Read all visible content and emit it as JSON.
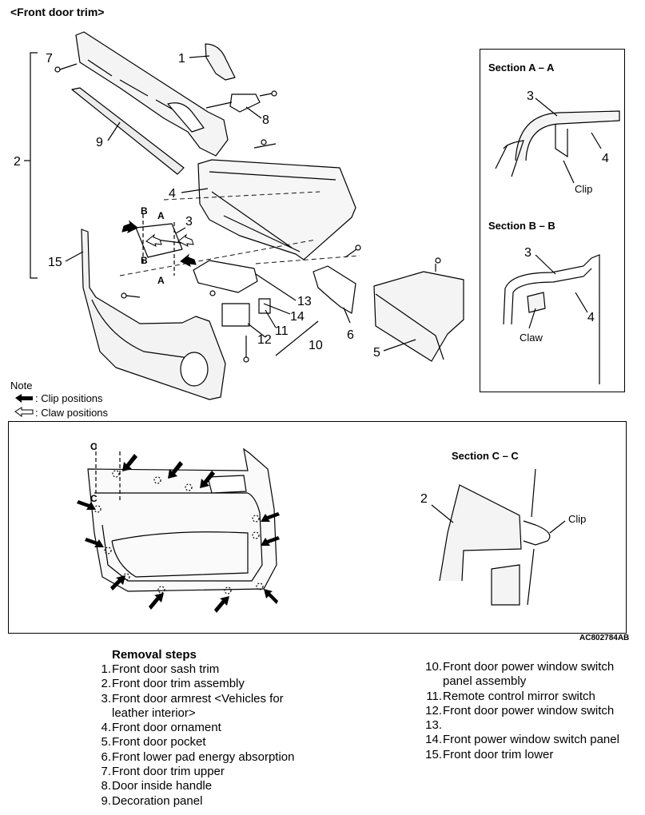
{
  "title": "<Front door trim>",
  "diagram_code": "AC802784AB",
  "callouts": [
    "1",
    "2",
    "3",
    "4",
    "5",
    "6",
    "7",
    "8",
    "9",
    "10",
    "11",
    "12",
    "13",
    "14",
    "15"
  ],
  "section_labels": {
    "aa": "Section A – A",
    "bb": "Section B – B",
    "cc": "Section C – C",
    "clip": "Clip",
    "claw": "Claw",
    "a": "A",
    "b": "B",
    "c": "C"
  },
  "note": {
    "title": "Note",
    "clip_positions": ": Clip positions",
    "claw_positions": ": Claw positions"
  },
  "removal": {
    "title": "Removal steps",
    "steps": [
      {
        "n": "1.",
        "text": "Front door sash trim"
      },
      {
        "n": "2.",
        "text": "Front door trim assembly"
      },
      {
        "n": "3.",
        "text": "Front door armrest <Vehicles for leather interior>"
      },
      {
        "n": "4.",
        "text": "Front door ornament"
      },
      {
        "n": "5.",
        "text": "Front door pocket"
      },
      {
        "n": "6.",
        "text": "Front lower pad energy absorption"
      },
      {
        "n": "7.",
        "text": "Front door trim upper"
      },
      {
        "n": "8.",
        "text": "Door inside handle"
      },
      {
        "n": "9.",
        "text": "Decoration panel"
      },
      {
        "n": "10.",
        "text": "Front door power window switch panel assembly"
      },
      {
        "n": "11.",
        "text": "Remote control mirror switch"
      },
      {
        "n": "12.",
        "text": "Front door power window switch"
      },
      {
        "n": "13.",
        "text": ""
      },
      {
        "n": "14.",
        "text": "Front power window switch panel"
      },
      {
        "n": "15.",
        "text": "Front door trim lower"
      }
    ]
  }
}
